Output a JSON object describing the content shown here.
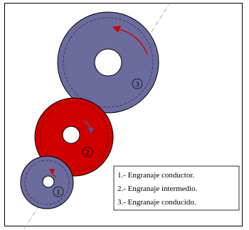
{
  "legend": {
    "items": [
      "1.- Engranaje conductor.",
      "2.- Engranaje intermedio.",
      "3.- Engranaje conducido."
    ]
  },
  "gears": [
    {
      "id": "gear-1",
      "number": "1",
      "color": "#6b6b9e"
    },
    {
      "id": "gear-2",
      "number": "2",
      "color": "#d00000"
    },
    {
      "id": "gear-3",
      "number": "3",
      "color": "#6b6b9e"
    }
  ],
  "colors": {
    "arrow_red": "#cc0000",
    "arrow_blue": "#4a5a9a",
    "axis_line": "#888888",
    "outline": "#000000"
  }
}
